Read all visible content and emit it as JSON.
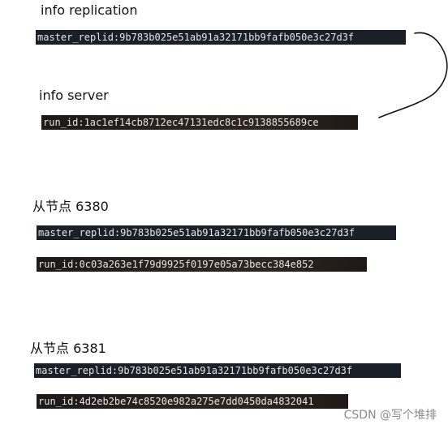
{
  "top": {
    "info_replication_label": "info replication",
    "master_replid": "master_replid:9b783b025e51ab91a32171bb9fafb050e3c27d3f",
    "info_server_label": "info server",
    "run_id": "run_id:1ac1ef14cb8712ec47131edc8c1c9138855689ce"
  },
  "slave_6380": {
    "label": "从节点 6380",
    "master_replid": "master_replid:9b783b025e51ab91a32171bb9fafb050e3c27d3f",
    "run_id": "run_id:0c03a263e1f79d9925f0197e05a73becc384e852"
  },
  "slave_6381": {
    "label": "从节点 6381",
    "master_replid": "master_replid:9b783b025e51ab91a32171bb9fafb050e3c27d3f",
    "run_id": "run_id:4d2eb2be74c8520e982a275e7dd0450da4832041"
  },
  "watermark": "CSDN @写个堆排"
}
